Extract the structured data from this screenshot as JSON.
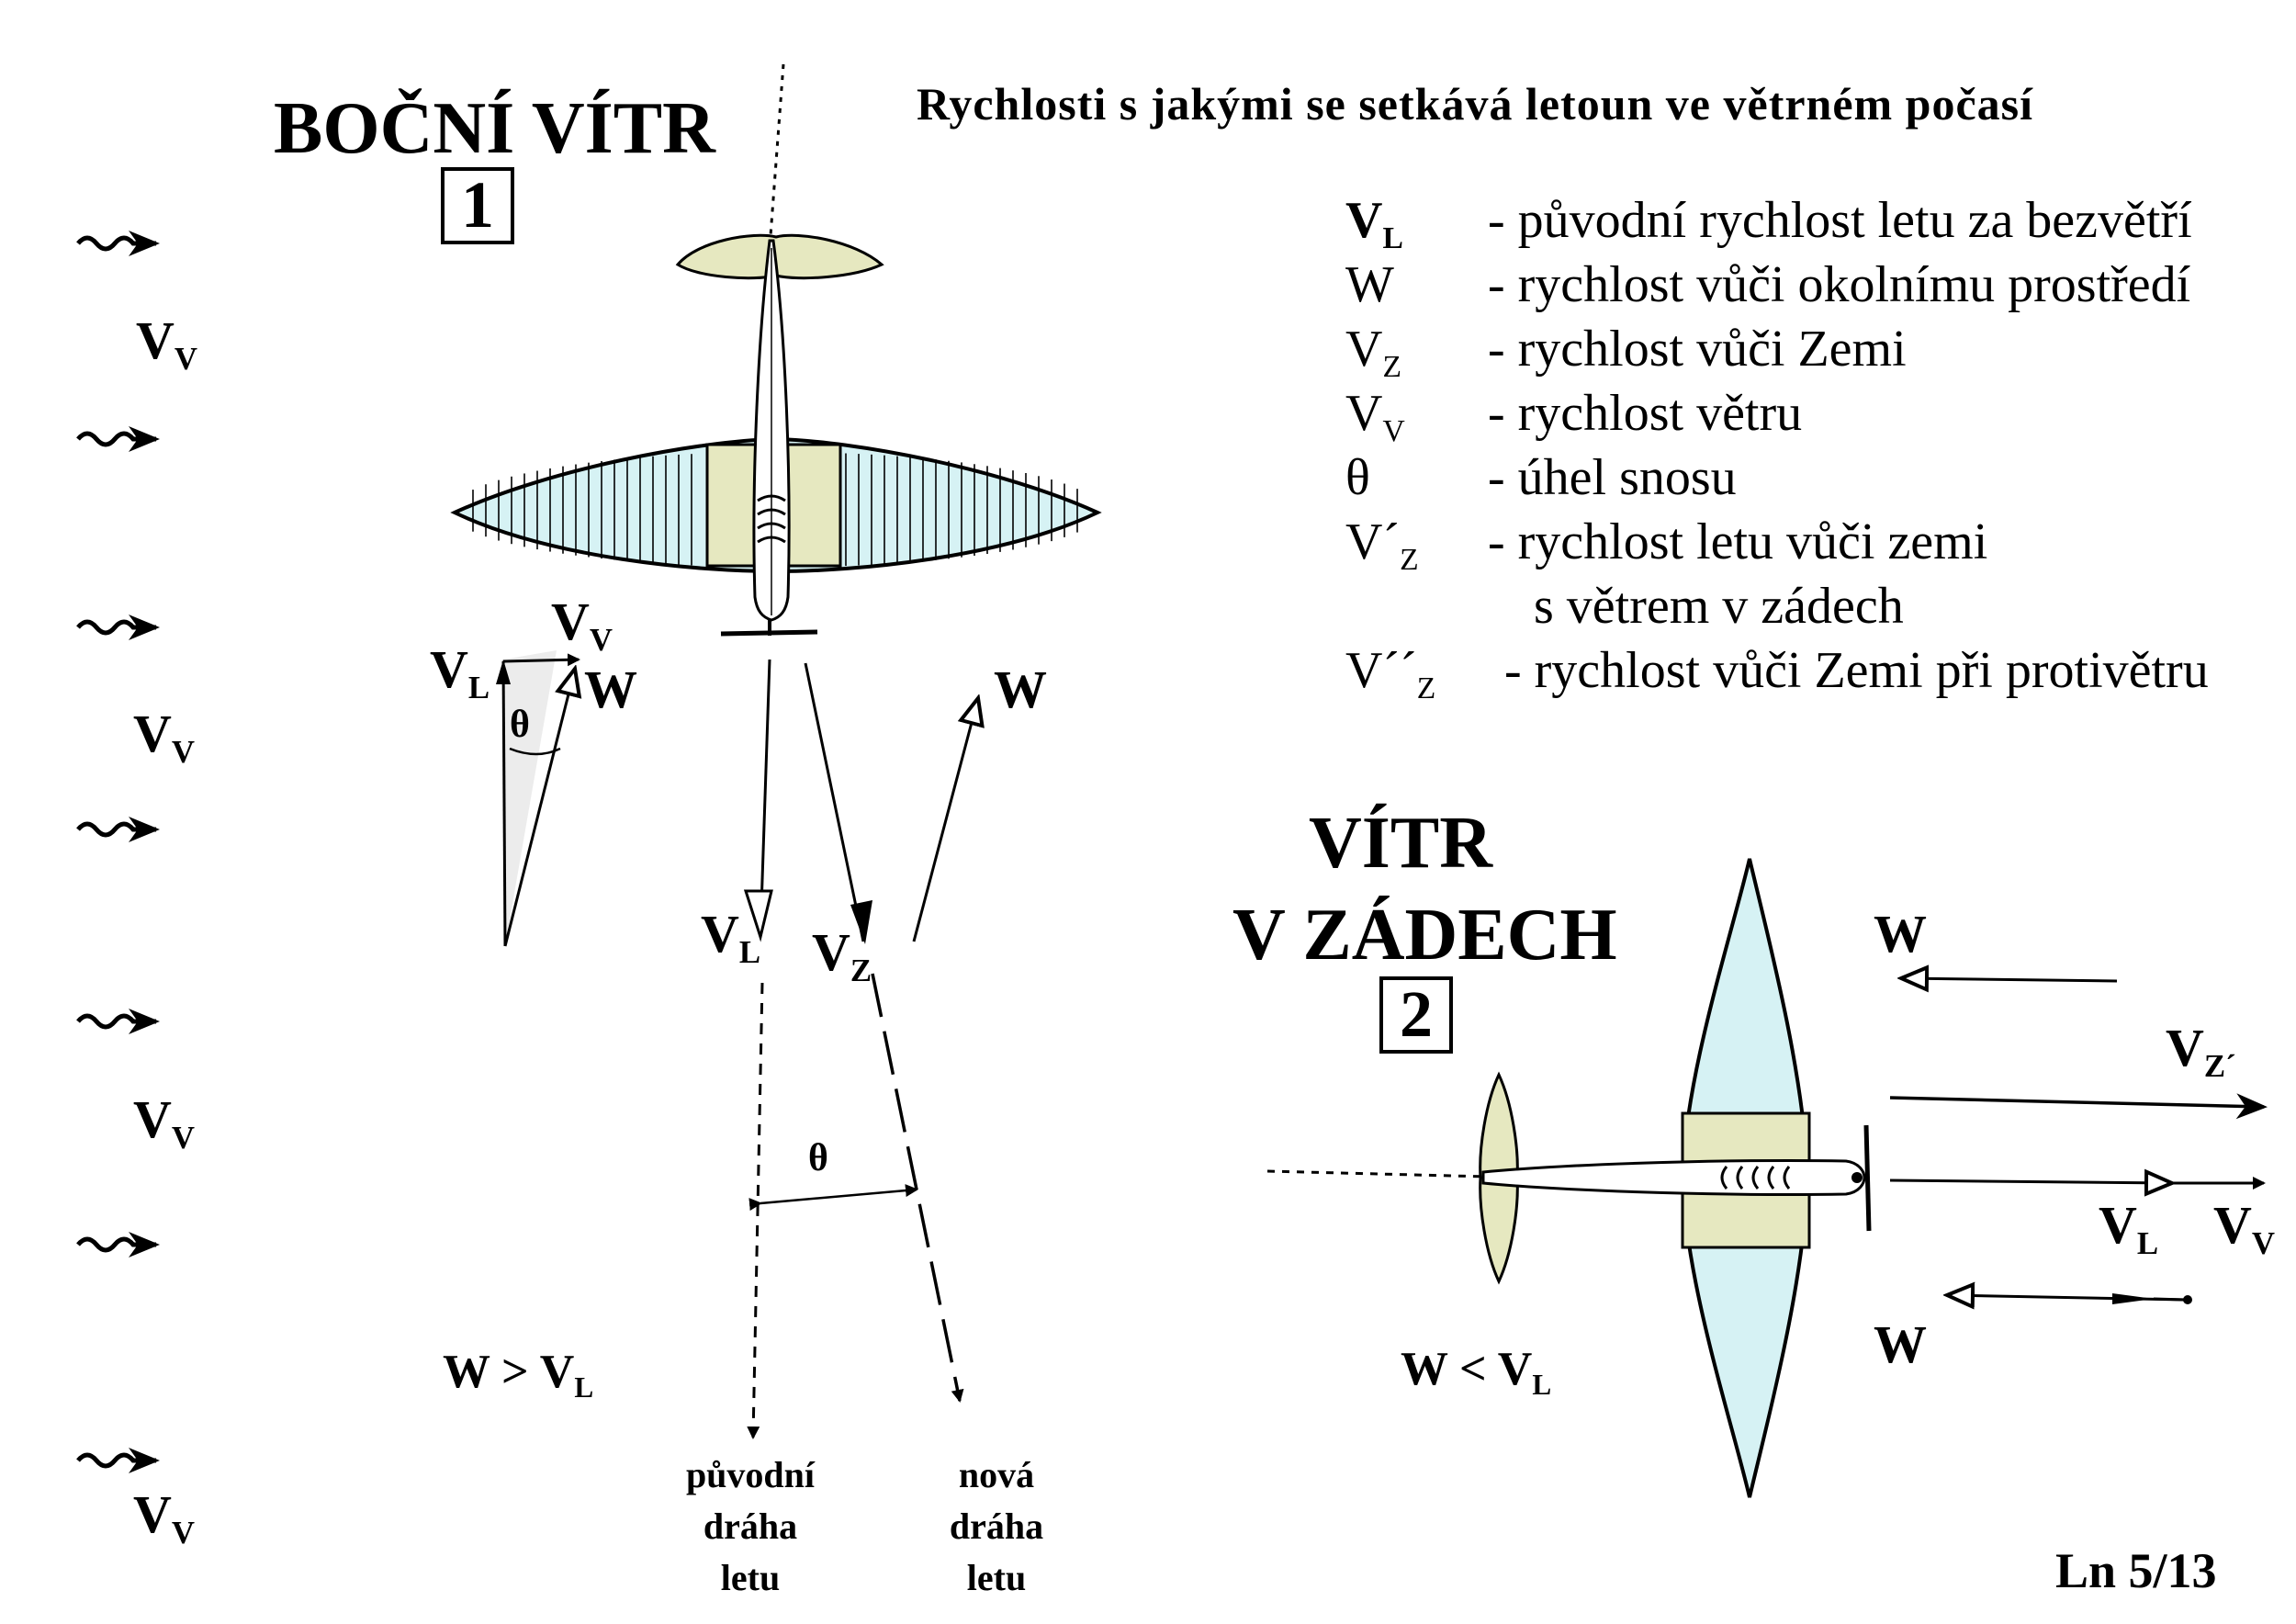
{
  "title": "Rychlosti  s  jakými  se  setkává  letoun ve  větrném  počasí",
  "page_ref": "Ln 5/13",
  "panel1": {
    "heading": "BOČNÍ  VÍTR",
    "number": "1",
    "relation": "W > V",
    "relation_sub": "L",
    "path_original": [
      "původní",
      "dráha",
      "letu"
    ],
    "path_new": [
      "nová",
      "dráha",
      "letu"
    ]
  },
  "panel2": {
    "heading_line1": "VÍTR",
    "heading_line2": "V ZÁDECH",
    "number": "2",
    "relation": "W < V",
    "relation_sub": "L"
  },
  "labels": {
    "V": "V",
    "W": "W",
    "theta": "θ",
    "sub_L": "L",
    "sub_Z": "Z",
    "sub_V": "V",
    "sub_Zp": "Z´"
  },
  "legend": [
    {
      "sym": "V",
      "sub": "L",
      "desc": "- původní rychlost letu za bezvětří"
    },
    {
      "sym": "W",
      "sub": "",
      "desc": "- rychlost vůči okolnímu prostředí"
    },
    {
      "sym": "V",
      "sub": "Z",
      "desc": "- rychlost vůči Zemi"
    },
    {
      "sym": "V",
      "sub": "V",
      "desc": "- rychlost větru"
    },
    {
      "sym": "θ",
      "sub": "",
      "desc": "- úhel snosu"
    },
    {
      "sym": "V´",
      "sub": "Z",
      "desc": "- rychlost letu vůči zemi"
    },
    {
      "sym": "",
      "sub": "",
      "desc": "s větrem v zádech"
    },
    {
      "sym": "V´´",
      "sub": "Z",
      "desc": "- rychlost vůči Zemi při protivětru"
    }
  ],
  "colors": {
    "wing": "#d6f2f4",
    "center": "#e6e8c0",
    "line": "#000000"
  }
}
